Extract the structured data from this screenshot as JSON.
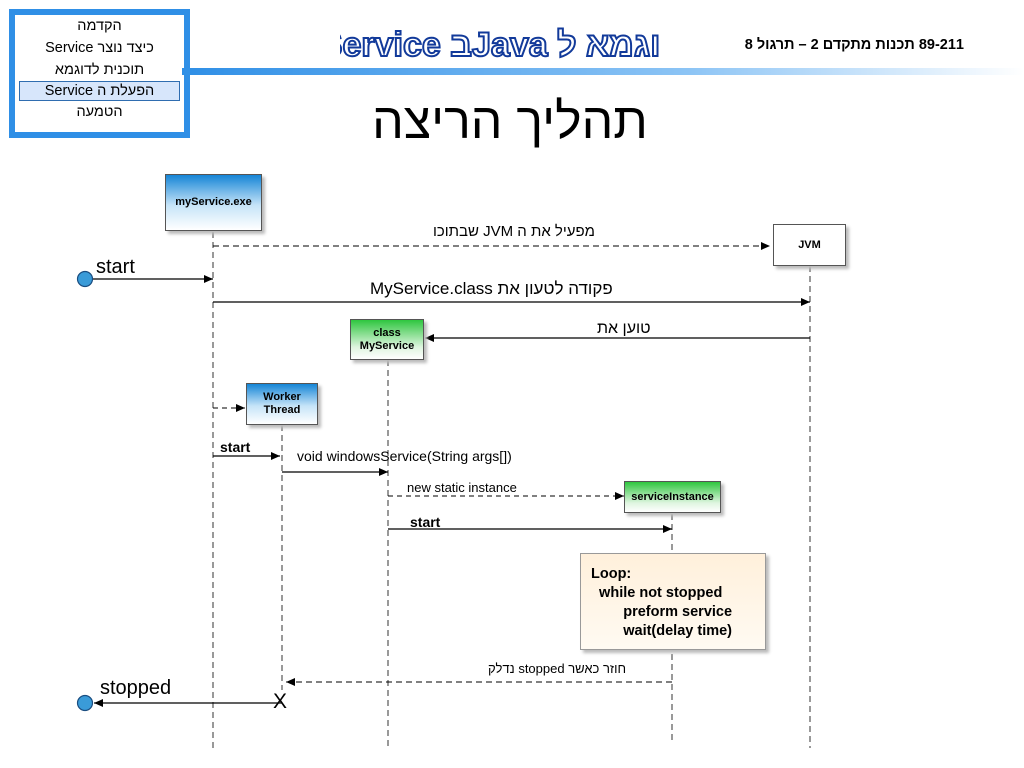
{
  "header": {
    "nav_items": [
      "הקדמה",
      "כיצד נוצר Service",
      "תוכנית לדוגמא",
      "הפעלת ה Service",
      "הטמעה"
    ],
    "nav_active_index": 3,
    "brand_title": "דוגמא ל Javaב Service",
    "course_label": "89-211 תכנות מתקדם 2 – תרגול 8",
    "accent_color": "#2f8fe6"
  },
  "slide": {
    "title": "תהליך הריצה"
  },
  "diagram": {
    "objects": {
      "myservice_exe": "myService.exe",
      "jvm": "JVM",
      "class_myservice": [
        "class",
        "MyService"
      ],
      "worker_thread": [
        "Worker",
        "Thread"
      ],
      "service_instance": "serviceInstance"
    },
    "messages": {
      "runs_jvm": "מפעיל את ה JVM שבתוכו",
      "start": "start",
      "load_command": "פקודה לטעון את MyService.class",
      "loads": "טוען את",
      "worker_start": "start",
      "windows_service": "void windowsService(String args[])",
      "new_instance": "new static instance",
      "instance_start": "start",
      "returns_when_stopped": "חוזר כאשר stopped נדלק",
      "stopped": "stopped",
      "terminate_mark": "X"
    },
    "loop_note": [
      "Loop:",
      "  while not stopped",
      "        preform service",
      "        wait(delay time)"
    ]
  }
}
